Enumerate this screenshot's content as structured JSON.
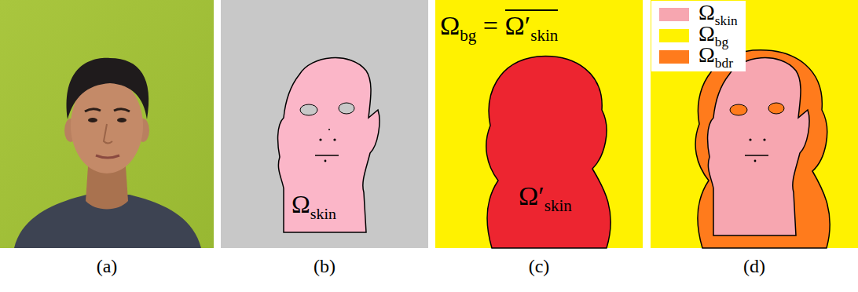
{
  "diagram": {
    "labels": [
      "Ωskin",
      "Ωbg = Ω′skin",
      "Ω′skin",
      "(a)",
      "(b)",
      "(c)",
      "(d)"
    ],
    "legend": [
      {
        "text": "Ωskin",
        "color": "#f7a6b0"
      },
      {
        "text": "Ωbg",
        "color": "#fff200"
      },
      {
        "text": "Ωbdr",
        "color": "#ff7b1c"
      }
    ]
  }
}
